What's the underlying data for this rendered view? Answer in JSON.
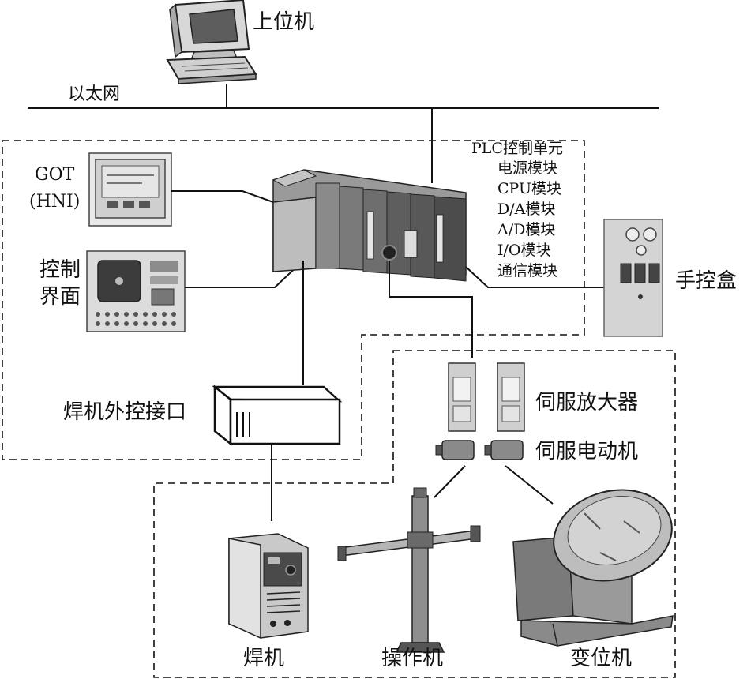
{
  "labels": {
    "host_pc": "上位机",
    "ethernet": "以太网",
    "got_line1": "GOT",
    "got_line2": "(HNI)",
    "control_panel_line1": "控制",
    "control_panel_line2": "界面",
    "plc_unit": "PLC控制单元",
    "plc_modules": [
      "电源模块",
      "CPU模块",
      "D/A模块",
      "A/D模块",
      "I/O模块",
      "通信模块"
    ],
    "pendant": "手控盒",
    "welder_interface": "焊机外控接口",
    "servo_amplifier": "伺服放大器",
    "servo_motor": "伺服电动机",
    "welder": "焊机",
    "manipulator": "操作机",
    "positioner": "变位机"
  }
}
